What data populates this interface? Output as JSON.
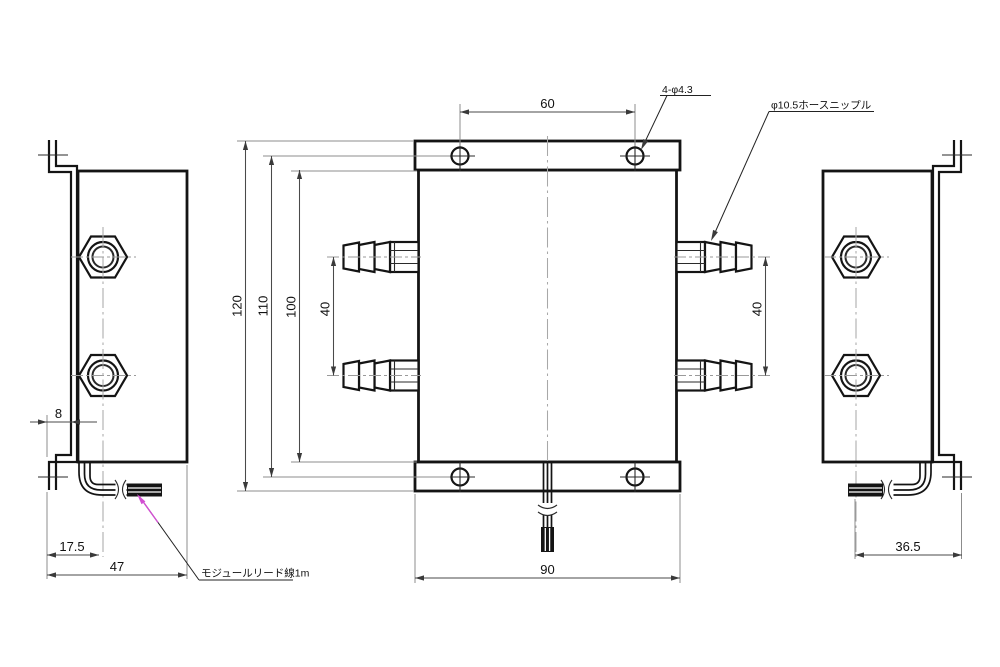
{
  "drawing": {
    "annotations": {
      "mounting_holes": "4-φ4.3",
      "hose_nipple": "φ10.5ホースニップル",
      "module_lead": "モジュールリード線1m"
    },
    "dimensions": {
      "top_hole_spacing": "60",
      "front_width": "90",
      "overall_height": "120",
      "hole_vertical_spacing": "110",
      "body_height": "100",
      "nipple_spacing_left": "40",
      "nipple_spacing_right": "40",
      "flange_offset": "8",
      "lead_offset": "17.5",
      "side_total_depth": "47",
      "side_body_depth": "36.5"
    },
    "colors": {
      "outline": "#141414",
      "dimension_line": "#4a4a4a",
      "extension_line": "#8c8c8c",
      "centerline": "#a8a8a8",
      "leader_accent": "#d24fd2",
      "background": "#ffffff"
    }
  }
}
